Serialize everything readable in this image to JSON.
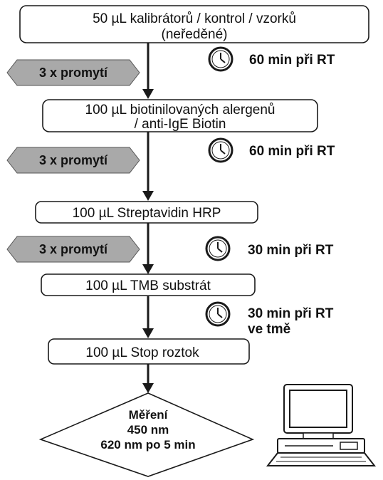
{
  "steps": [
    {
      "lines": [
        "50 µL kalibrátorů / kontrol / vzorků",
        "(neředěné)"
      ]
    },
    {
      "lines": [
        "100 µL biotinilovaných alergenů",
        "/ anti-IgE Biotin"
      ]
    },
    {
      "lines": [
        "100 µL Streptavidin HRP"
      ]
    },
    {
      "lines": [
        "100 µL TMB substrát"
      ]
    },
    {
      "lines": [
        "100 µL Stop roztok"
      ]
    }
  ],
  "washes": [
    {
      "label": "3 x promytí"
    },
    {
      "label": "3 x promytí"
    },
    {
      "label": "3 x promytí"
    }
  ],
  "incubations": [
    {
      "lines": [
        "60 min při RT"
      ]
    },
    {
      "lines": [
        "60 min při RT"
      ]
    },
    {
      "lines": [
        "30 min při RT"
      ]
    },
    {
      "lines": [
        "30 min při RT",
        "ve tmě"
      ]
    }
  ],
  "measurement": {
    "lines": [
      "Měření",
      "450 nm",
      "620 nm po 5 min"
    ]
  },
  "icons": {
    "clock": "clock-icon",
    "computer": "computer-icon"
  },
  "colors": {
    "wash_fill": "#a9a9a9",
    "line": "#1a1a1a",
    "box_fill": "#ffffff"
  }
}
